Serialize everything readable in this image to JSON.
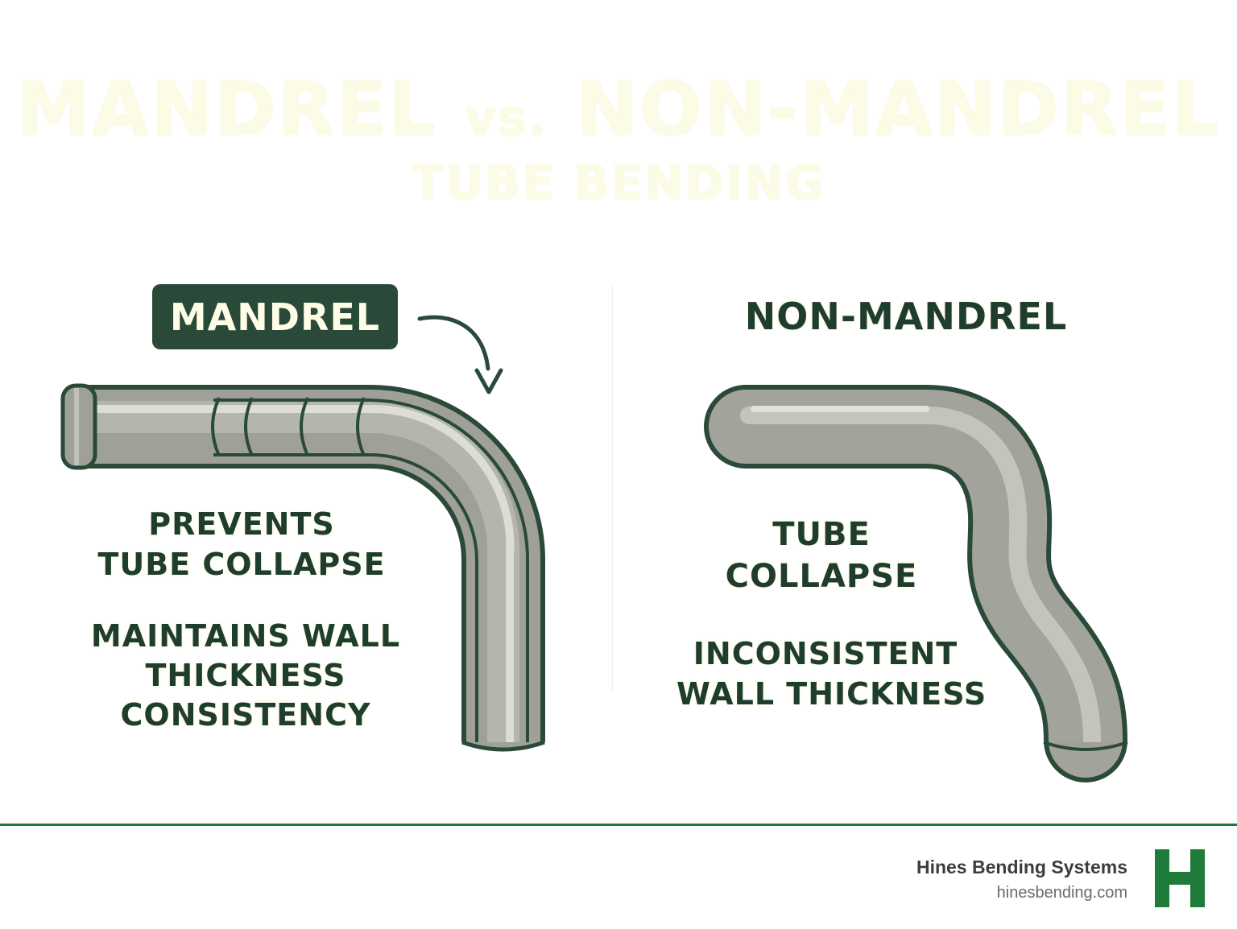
{
  "title": {
    "line1_a": "MANDREL",
    "line1_vs": "vs.",
    "line1_b": "NON-MANDREL",
    "line2": "TUBE BENDING"
  },
  "mandrel": {
    "heading": "MANDREL",
    "label1": [
      "PREVENTS",
      "TUBE COLLAPSE"
    ],
    "label2": [
      "MAINTAINS WALL",
      "THICKNESS",
      "CONSISTENCY"
    ]
  },
  "non_mandrel": {
    "heading": "NON-MANDREL",
    "label1": [
      "TUBE",
      "COLLAPSE"
    ],
    "label2": [
      "INCONSISTENT",
      "WALL THICKNESS"
    ]
  },
  "footer": {
    "company": "Hines Bending Systems",
    "website": "hinesbending.com",
    "logo_letter": "H"
  },
  "colors": {
    "dark_green": "#2a4a39",
    "brand_green": "#1e7b3a",
    "title_cream": "#fbfbe6",
    "tube_gray": "#a9aba3"
  }
}
